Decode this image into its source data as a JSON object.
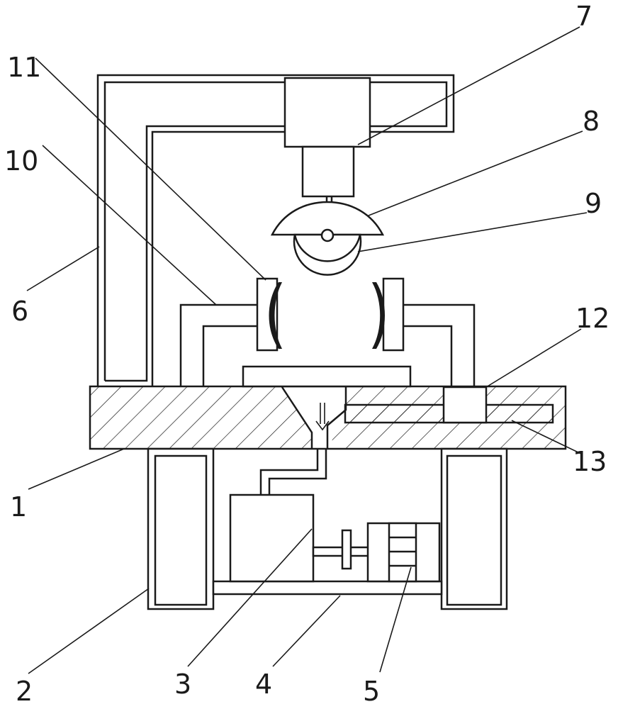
{
  "figure": {
    "callouts": [
      {
        "id": "1",
        "text": "1"
      },
      {
        "id": "2",
        "text": "2"
      },
      {
        "id": "3",
        "text": "3"
      },
      {
        "id": "4",
        "text": "4"
      },
      {
        "id": "5",
        "text": "5"
      },
      {
        "id": "6",
        "text": "6"
      },
      {
        "id": "7",
        "text": "7"
      },
      {
        "id": "8",
        "text": "8"
      },
      {
        "id": "9",
        "text": "9"
      },
      {
        "id": "10",
        "text": "10"
      },
      {
        "id": "11",
        "text": "11"
      },
      {
        "id": "12",
        "text": "12"
      },
      {
        "id": "13",
        "text": "13"
      }
    ]
  }
}
